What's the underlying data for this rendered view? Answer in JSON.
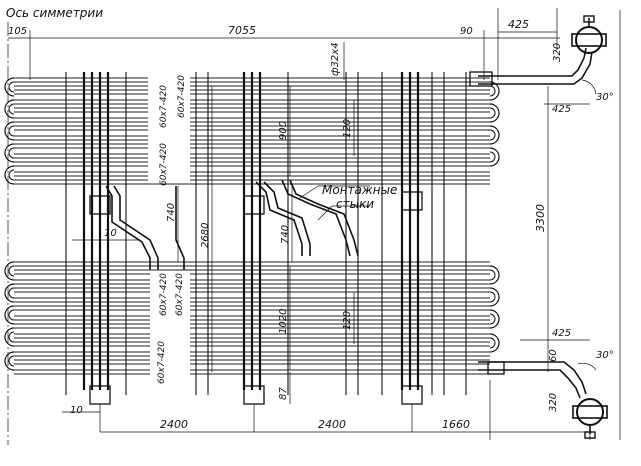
{
  "title": "Ось симметрии",
  "callout": {
    "line1": "Монтажные",
    "line2": "стыки"
  },
  "dimensions": {
    "top_105": "105",
    "top_7055": "7055",
    "top_90": "90",
    "top_425": "425",
    "right_320_top": "320",
    "right_425_upper": "425",
    "angle_top": "30°",
    "pipe_diam": "ф32х4",
    "v_900": "900",
    "v_120_top": "120",
    "v_740_left": "740",
    "v_2680": "2680",
    "v_740_mid": "740",
    "v_3300": "3300",
    "v_1020": "1020",
    "v_120_bottom": "120",
    "v_87": "87",
    "tube_label_a": "60x7-420",
    "tube_label_b": "60x7-420",
    "tube_label_c": "60x7-420",
    "tube_label_d": "60x7-420",
    "tube_label_e": "60x7-420",
    "tube_label_f": "60x7-420",
    "h_10_mid": "10",
    "h_10_bottom": "10",
    "right_425_lower": "425",
    "right_60": "60",
    "right_320_bottom": "320",
    "angle_bottom": "30°",
    "bottom_2400_left": "2400",
    "bottom_2400_right": "2400",
    "bottom_1660": "1660"
  }
}
